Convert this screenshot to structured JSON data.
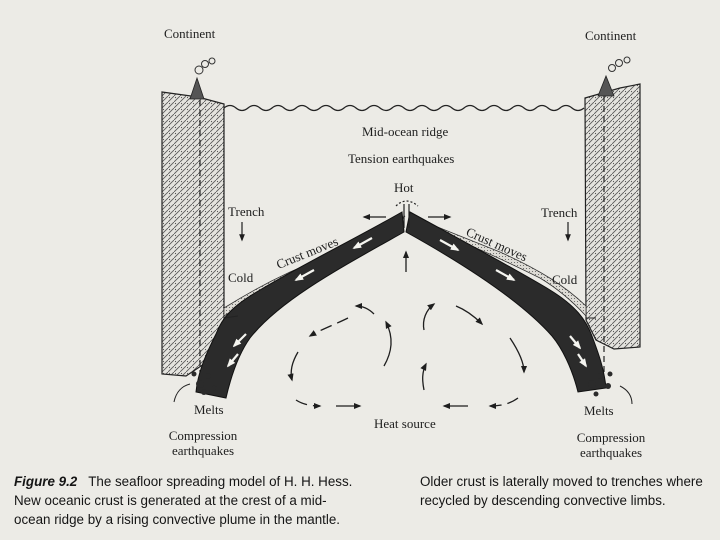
{
  "labels": {
    "continent_left": "Continent",
    "continent_right": "Continent",
    "mid_ocean_ridge": "Mid-ocean ridge",
    "tension_earthquakes": "Tension earthquakes",
    "hot": "Hot",
    "trench_left": "Trench",
    "trench_right": "Trench",
    "crust_moves_left": "Crust moves",
    "crust_moves_right": "Crust moves",
    "cold_left": "Cold",
    "cold_right": "Cold",
    "melts_left": "Melts",
    "melts_right": "Melts",
    "compression_left_1": "Compression",
    "compression_left_2": "earthquakes",
    "compression_right_1": "Compression",
    "compression_right_2": "earthquakes",
    "heat_source": "Heat source"
  },
  "caption": {
    "figure_number": "Figure 9.2",
    "left_line1": "The seafloor spreading model of H. H. Hess.",
    "left_line2": "New oceanic crust is generated at the crest of a mid-",
    "left_line3": "ocean ridge by a rising convective plume in the mantle.",
    "right_line1": "Older crust is laterally moved to trenches where",
    "right_line2": "recycled by descending convective limbs."
  }
}
